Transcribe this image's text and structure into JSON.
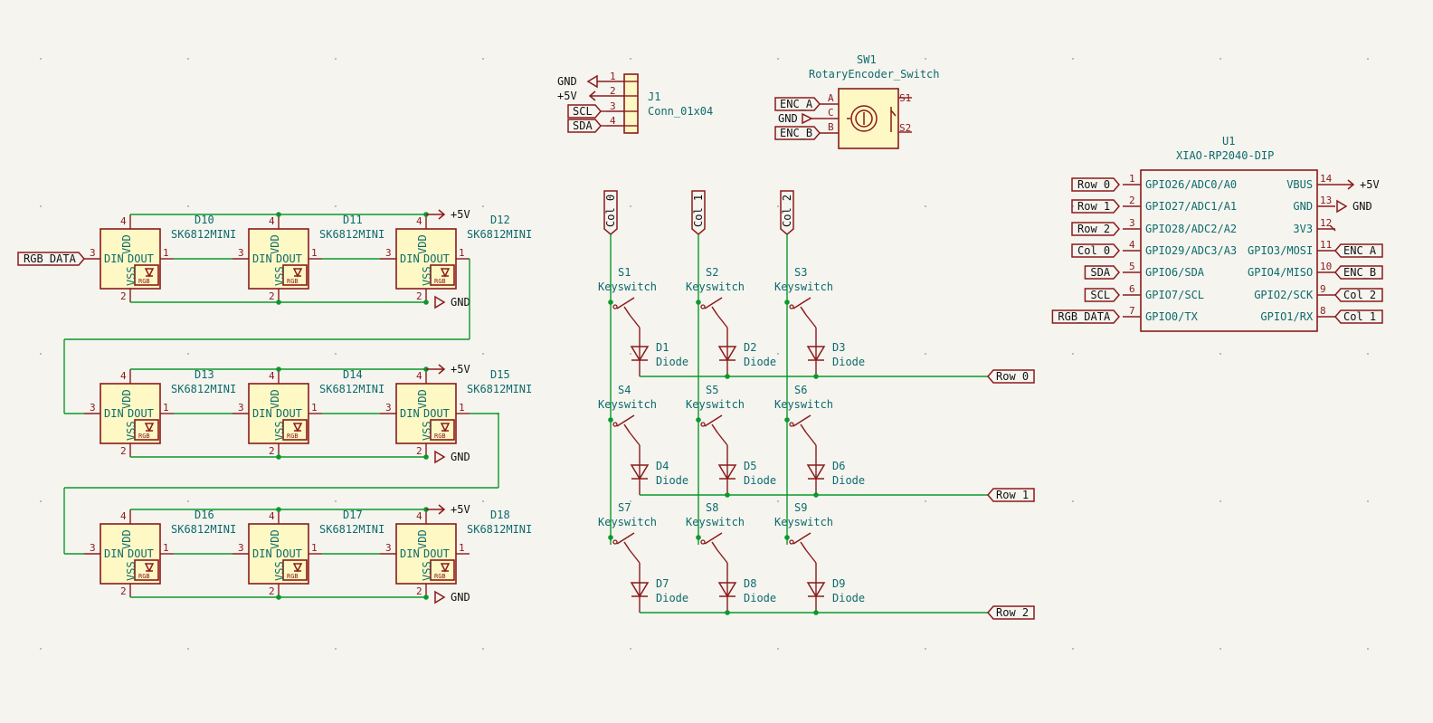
{
  "colors": {
    "background": "#f5f4ef",
    "wire": "#0a9a2a",
    "symbol": "#8b1a1a",
    "fill": "#fdf8c4",
    "text": "#0e6b6b"
  },
  "connector": {
    "ref": "J1",
    "value": "Conn_01x04",
    "pins": [
      "1",
      "2",
      "3",
      "4"
    ],
    "nets": [
      "GND",
      "+5V",
      "SCL",
      "SDA"
    ]
  },
  "encoder": {
    "ref": "SW1",
    "value": "RotaryEncoder_Switch",
    "pins": [
      "A",
      "C",
      "B"
    ],
    "switch_pins": [
      "S1",
      "S2"
    ],
    "nets": [
      "ENC_A",
      "GND",
      "ENC_B"
    ]
  },
  "mcu": {
    "ref": "U1",
    "value": "XIAO-RP2040-DIP",
    "left_pins": [
      {
        "num": "1",
        "name": "GPIO26/ADC0/A0",
        "net": "Row 0"
      },
      {
        "num": "2",
        "name": "GPIO27/ADC1/A1",
        "net": "Row 1"
      },
      {
        "num": "3",
        "name": "GPIO28/ADC2/A2",
        "net": "Row 2"
      },
      {
        "num": "4",
        "name": "GPIO29/ADC3/A3",
        "net": "Col 0"
      },
      {
        "num": "5",
        "name": "GPIO6/SDA",
        "net": "SDA"
      },
      {
        "num": "6",
        "name": "GPIO7/SCL",
        "net": "SCL"
      },
      {
        "num": "7",
        "name": "GPIO0/TX",
        "net": "RGB_DATA"
      }
    ],
    "right_pins": [
      {
        "num": "14",
        "name": "VBUS",
        "net": "+5V"
      },
      {
        "num": "13",
        "name": "GND",
        "net": "GND"
      },
      {
        "num": "12",
        "name": "3V3",
        "net": ""
      },
      {
        "num": "11",
        "name": "GPIO3/MOSI",
        "net": "ENC_A"
      },
      {
        "num": "10",
        "name": "GPIO4/MISO",
        "net": "ENC_B"
      },
      {
        "num": "9",
        "name": "GPIO2/SCK",
        "net": "Col 2"
      },
      {
        "num": "8",
        "name": "GPIO1/RX",
        "net": "Col 1"
      }
    ]
  },
  "leds": {
    "value": "SK6812MINI",
    "refs": [
      "D10",
      "D11",
      "D12",
      "D13",
      "D14",
      "D15",
      "D16",
      "D17",
      "D18"
    ],
    "pin_names": {
      "din": "DIN",
      "dout": "DOUT",
      "vdd": "VDD",
      "vss": "VSS",
      "rgb": "RGB"
    },
    "pin_nums": {
      "din": "3",
      "dout": "1",
      "vdd": "4",
      "vss": "2"
    },
    "input_net": "RGB_DATA",
    "power_net": "+5V",
    "ground_net": "GND"
  },
  "matrix": {
    "switch_value": "Keyswitch",
    "diode_value": "Diode",
    "switches": [
      "S1",
      "S2",
      "S3",
      "S4",
      "S5",
      "S6",
      "S7",
      "S8",
      "S9"
    ],
    "diodes": [
      "D1",
      "D2",
      "D3",
      "D4",
      "D5",
      "D6",
      "D7",
      "D8",
      "D9"
    ],
    "cols": [
      "Col 0",
      "Col 1",
      "Col 2"
    ],
    "rows": [
      "Row 0",
      "Row 1",
      "Row 2"
    ]
  }
}
